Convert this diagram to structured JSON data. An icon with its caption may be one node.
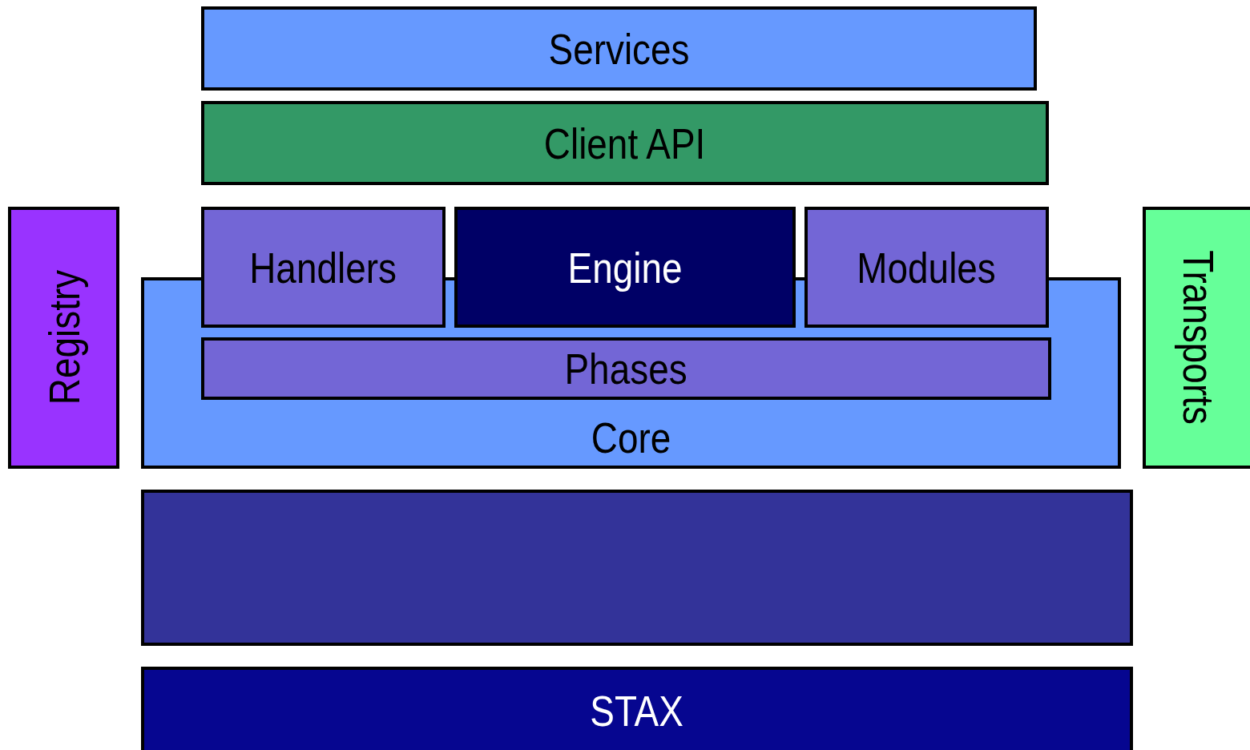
{
  "diagram": {
    "nodes": [
      {
        "text": [
          "Services"
        ]
      },
      {
        "text": [
          "Client API"
        ]
      },
      {
        "text": [
          "Registry"
        ]
      },
      {
        "text": [
          "Core"
        ]
      },
      {
        "text": [
          "Handlers"
        ]
      },
      {
        "text": [
          "Engine"
        ]
      },
      {
        "text": [
          "Modules"
        ]
      },
      {
        "text": [
          "Phases"
        ],
        "in": 3
      },
      {
        "text": [
          "Transports"
        ]
      },
      {
        "text": [],
        "shape": "box"
      },
      {
        "text": [
          "STAX"
        ]
      }
    ],
    "edges": []
  }
}
